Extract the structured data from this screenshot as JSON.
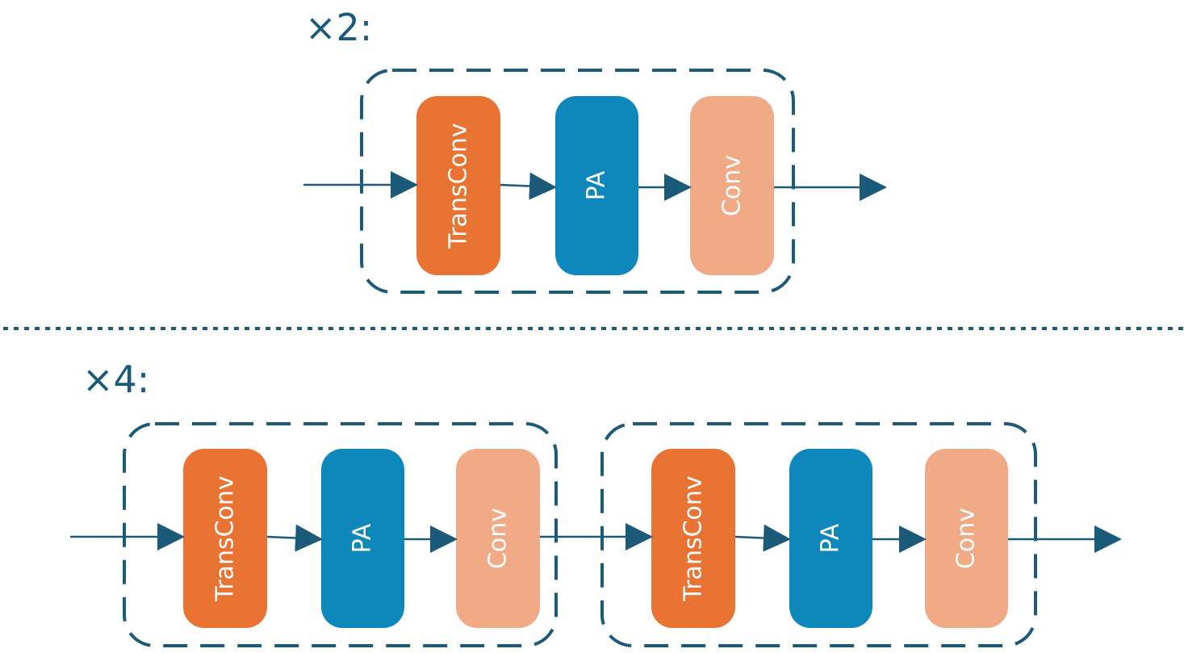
{
  "upsample_x2": {
    "label": "×2:",
    "group": {
      "blocks": [
        {
          "label": "TransConv",
          "color": "#e87332"
        },
        {
          "label": "PA",
          "color": "#0e87bb"
        },
        {
          "label": "Conv",
          "color": "#f0aa85"
        }
      ]
    }
  },
  "upsample_x4": {
    "label": "×4:",
    "groups": [
      {
        "blocks": [
          {
            "label": "TransConv",
            "color": "#e87332"
          },
          {
            "label": "PA",
            "color": "#0e87bb"
          },
          {
            "label": "Conv",
            "color": "#f0aa85"
          }
        ]
      },
      {
        "blocks": [
          {
            "label": "TransConv",
            "color": "#e87332"
          },
          {
            "label": "PA",
            "color": "#0e87bb"
          },
          {
            "label": "Conv",
            "color": "#f0aa85"
          }
        ]
      }
    ]
  },
  "colors": {
    "line": "#1c5a7a",
    "transconv": "#e87332",
    "pa": "#0e87bb",
    "conv": "#f0aa85"
  }
}
